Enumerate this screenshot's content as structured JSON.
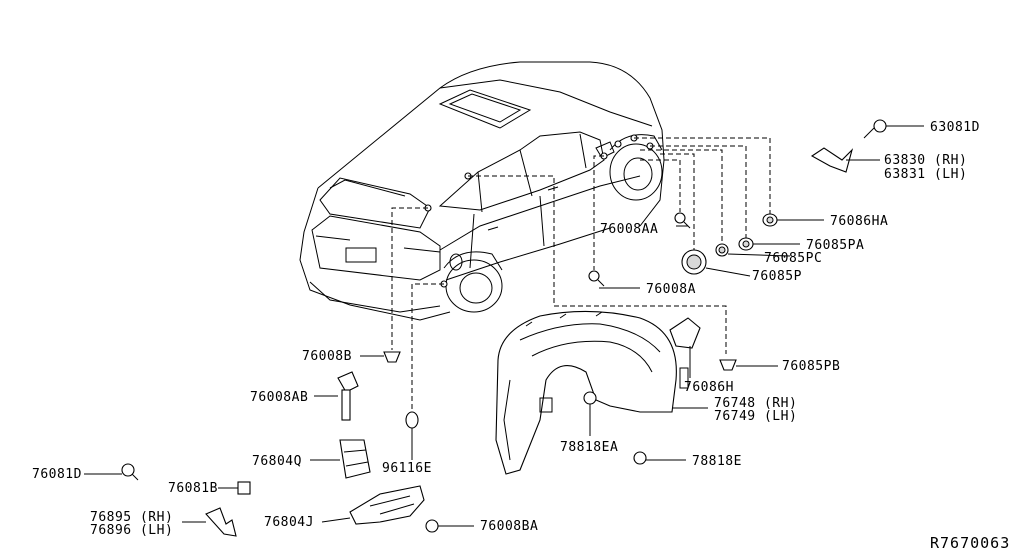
{
  "diagram_ref": "R7670063",
  "parts": {
    "p63081d": {
      "code": "63081D"
    },
    "p63830": {
      "line1": "63830 (RH)",
      "line2": "63831 (LH)"
    },
    "p76086ha": {
      "code": "76086HA"
    },
    "p76008aa": {
      "code": "76008AA"
    },
    "p76085pa": {
      "code": "76085PA"
    },
    "p76085pc": {
      "code": "76085PC"
    },
    "p76085p": {
      "code": "76085P"
    },
    "p76008a": {
      "code": "76008A"
    },
    "p76008b": {
      "code": "76008B"
    },
    "p76085pb": {
      "code": "76085PB"
    },
    "p76086h": {
      "code": "76086H"
    },
    "p76008ab": {
      "code": "76008AB"
    },
    "p76748": {
      "line1": "76748 (RH)",
      "line2": "76749 (LH)"
    },
    "p96116e": {
      "code": "96116E"
    },
    "p78818ea": {
      "code": "78818EA"
    },
    "p76804q": {
      "code": "76804Q"
    },
    "p78818e": {
      "code": "78818E"
    },
    "p76081d": {
      "code": "76081D"
    },
    "p76081b": {
      "code": "76081B"
    },
    "p76895": {
      "line1": "76895 (RH)",
      "line2": "76896 (LH)"
    },
    "p76804j": {
      "code": "76804J"
    },
    "p76008ba": {
      "code": "76008BA"
    }
  }
}
